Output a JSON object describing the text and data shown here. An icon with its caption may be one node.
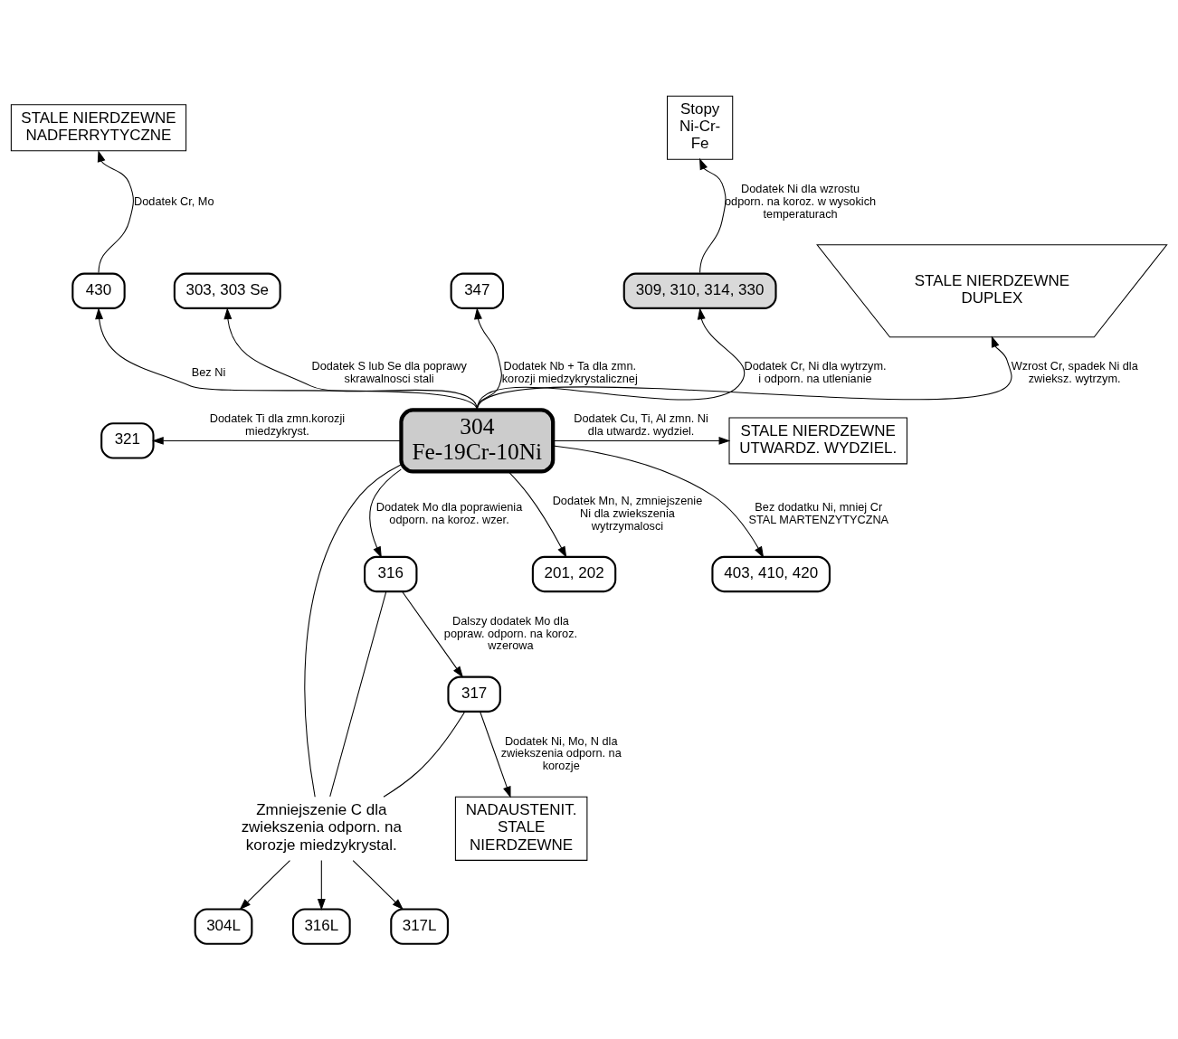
{
  "diagram": {
    "nodes": [
      {
        "text": [
          "STALE NIERDZEWNE NADFERRYTYCZNE"
        ]
      },
      {
        "text": [
          "Stopy Ni-Cr-Fe"
        ]
      },
      {
        "text": [
          "303, 303 Se"
        ]
      },
      {
        "text": [
          "430"
        ]
      },
      {
        "text": [
          "347"
        ]
      },
      {
        "text": [
          "309, 310, 314, 330"
        ]
      },
      {
        "text": [
          "STALE NIERDZEWNE DUPLEX"
        ]
      },
      {
        "text": [
          "321"
        ]
      },
      {
        "text": [
          "304 Fe-19Cr-10Ni"
        ]
      },
      {
        "text": [
          "STALE NIERDZEWNE UTWARDZ. WYDZIEL."
        ]
      },
      {
        "text": [
          "304L"
        ]
      },
      {
        "text": [
          "316L"
        ]
      },
      {
        "text": [
          "317L"
        ]
      },
      {
        "text": [
          "Zmniejszenie C dla zwiekszenia odporn. na korozje miedzykrystal."
        ]
      },
      {
        "text": [
          "316"
        ]
      },
      {
        "text": [
          "201, 202"
        ]
      },
      {
        "text": [
          "NADAUSTENIT. STALE NIERDZEWNE"
        ]
      },
      {
        "text": [
          "317"
        ]
      },
      {
        "text": [
          "403, 410, 420"
        ]
      }
    ],
    "edges": [
      {
        "from": 8,
        "to": 3,
        "arrow": "to",
        "label": "Bez Ni"
      },
      {
        "from": 3,
        "to": 0,
        "arrow": "to",
        "label": "Dodatek Cr, Mo"
      },
      {
        "from": 8,
        "to": 5,
        "arrow": "to",
        "label": "Dodatek Cr, Ni dla wytrzym. i odporn. na utlenianie"
      },
      {
        "from": 5,
        "to": 1,
        "arrow": "to",
        "label": "Dodatek Ni dla wzrostu odporn. na koroz. w wysokich temperaturach"
      },
      {
        "from": 8,
        "to": 2,
        "arrow": "to",
        "label": "Dodatek S lub Se dla poprawy skrawalnosci stali"
      },
      {
        "from": 8,
        "to": 6,
        "arrow": "to",
        "label": "Wzrost Cr, spadek Ni dla zwieksz. wytrzym."
      },
      {
        "from": 8,
        "to": 4,
        "arrow": "to",
        "label": "Dodatek Nb + Ta dla zmn. korozji miedzykrystalicznej"
      },
      {
        "from": 8,
        "to": 7,
        "arrow": "to",
        "label": "Dodatek Ti dla zmn.korozji miedzykryst."
      },
      {
        "from": 8,
        "to": 9,
        "arrow": "to",
        "label": "Dodatek Cu, Ti, Al zmn. Ni dla utwardz. wydziel."
      },
      {
        "from": 8,
        "to": 15,
        "arrow": "to",
        "label": "Dodatek Mn, N, zmniejszenie Ni dla zwiekszenia wytrzymalosci"
      },
      {
        "from": 8,
        "to": 18,
        "arrow": "to",
        "label": "Bez dodatku Ni, mniej Cr STAL MARTENZYTYCZNA"
      },
      {
        "from": 8,
        "to": 14,
        "arrow": "to",
        "label": "Dodatek Mo dla poprawienia odporn. na koroz. wzer."
      },
      {
        "from": 14,
        "to": 17,
        "arrow": "to",
        "label": "Dalszy dodatek Mo dla popraw. odporn. na koroz. wzerowa"
      },
      {
        "from": 17,
        "to": 16,
        "arrow": "to",
        "label": "Dodatek Ni, Mo, N dla zwiekszenia odporn. na korozje"
      },
      {
        "from": 8,
        "to": 13,
        "arrow": "none"
      },
      {
        "from": 14,
        "to": 13,
        "arrow": "none"
      },
      {
        "from": 17,
        "to": 13,
        "arrow": "none"
      },
      {
        "from": 13,
        "to": 10,
        "arrow": "to"
      },
      {
        "from": 13,
        "to": 11,
        "arrow": "to"
      },
      {
        "from": 13,
        "to": 12,
        "arrow": "to"
      }
    ]
  }
}
